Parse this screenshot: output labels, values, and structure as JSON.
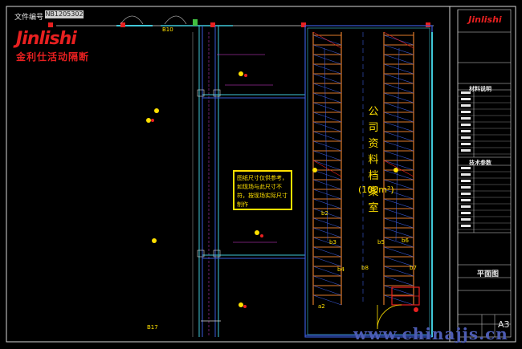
{
  "header": {
    "file_label": "文件编号",
    "file_number": "NB1205302"
  },
  "brand": {
    "name": "Jinlishi",
    "subtitle": "金利仕活动隔断"
  },
  "drawing": {
    "top_axis": "B10",
    "bottom_axis": "B17",
    "note": "图纸尺寸仅供参考，如现场与此尺寸不符，按现场实际尺寸制作",
    "room_label": "公司资料档案室",
    "room_area": "(100m²)",
    "shelf_tags": [
      "a2",
      "b2",
      "b3",
      "b4",
      "b5",
      "b6",
      "b7",
      "b8"
    ]
  },
  "title_block": {
    "logo": "Jinlishi",
    "section_materials": "材料说明",
    "section_tech": "技术参数",
    "drawing_name": "平面图",
    "sheet_size": "A3"
  },
  "watermark": "www.chinajjs.cn",
  "colors": {
    "background": "#000000",
    "frame": "#d8d8d8",
    "brand_red": "#e82020",
    "shelf_orange": "#e07a2a",
    "wall_blue": "#3a5ad8",
    "annotation_yellow": "#ffe000",
    "dim_magenta": "#e040e0",
    "wall_cyan": "#40c8d8"
  }
}
